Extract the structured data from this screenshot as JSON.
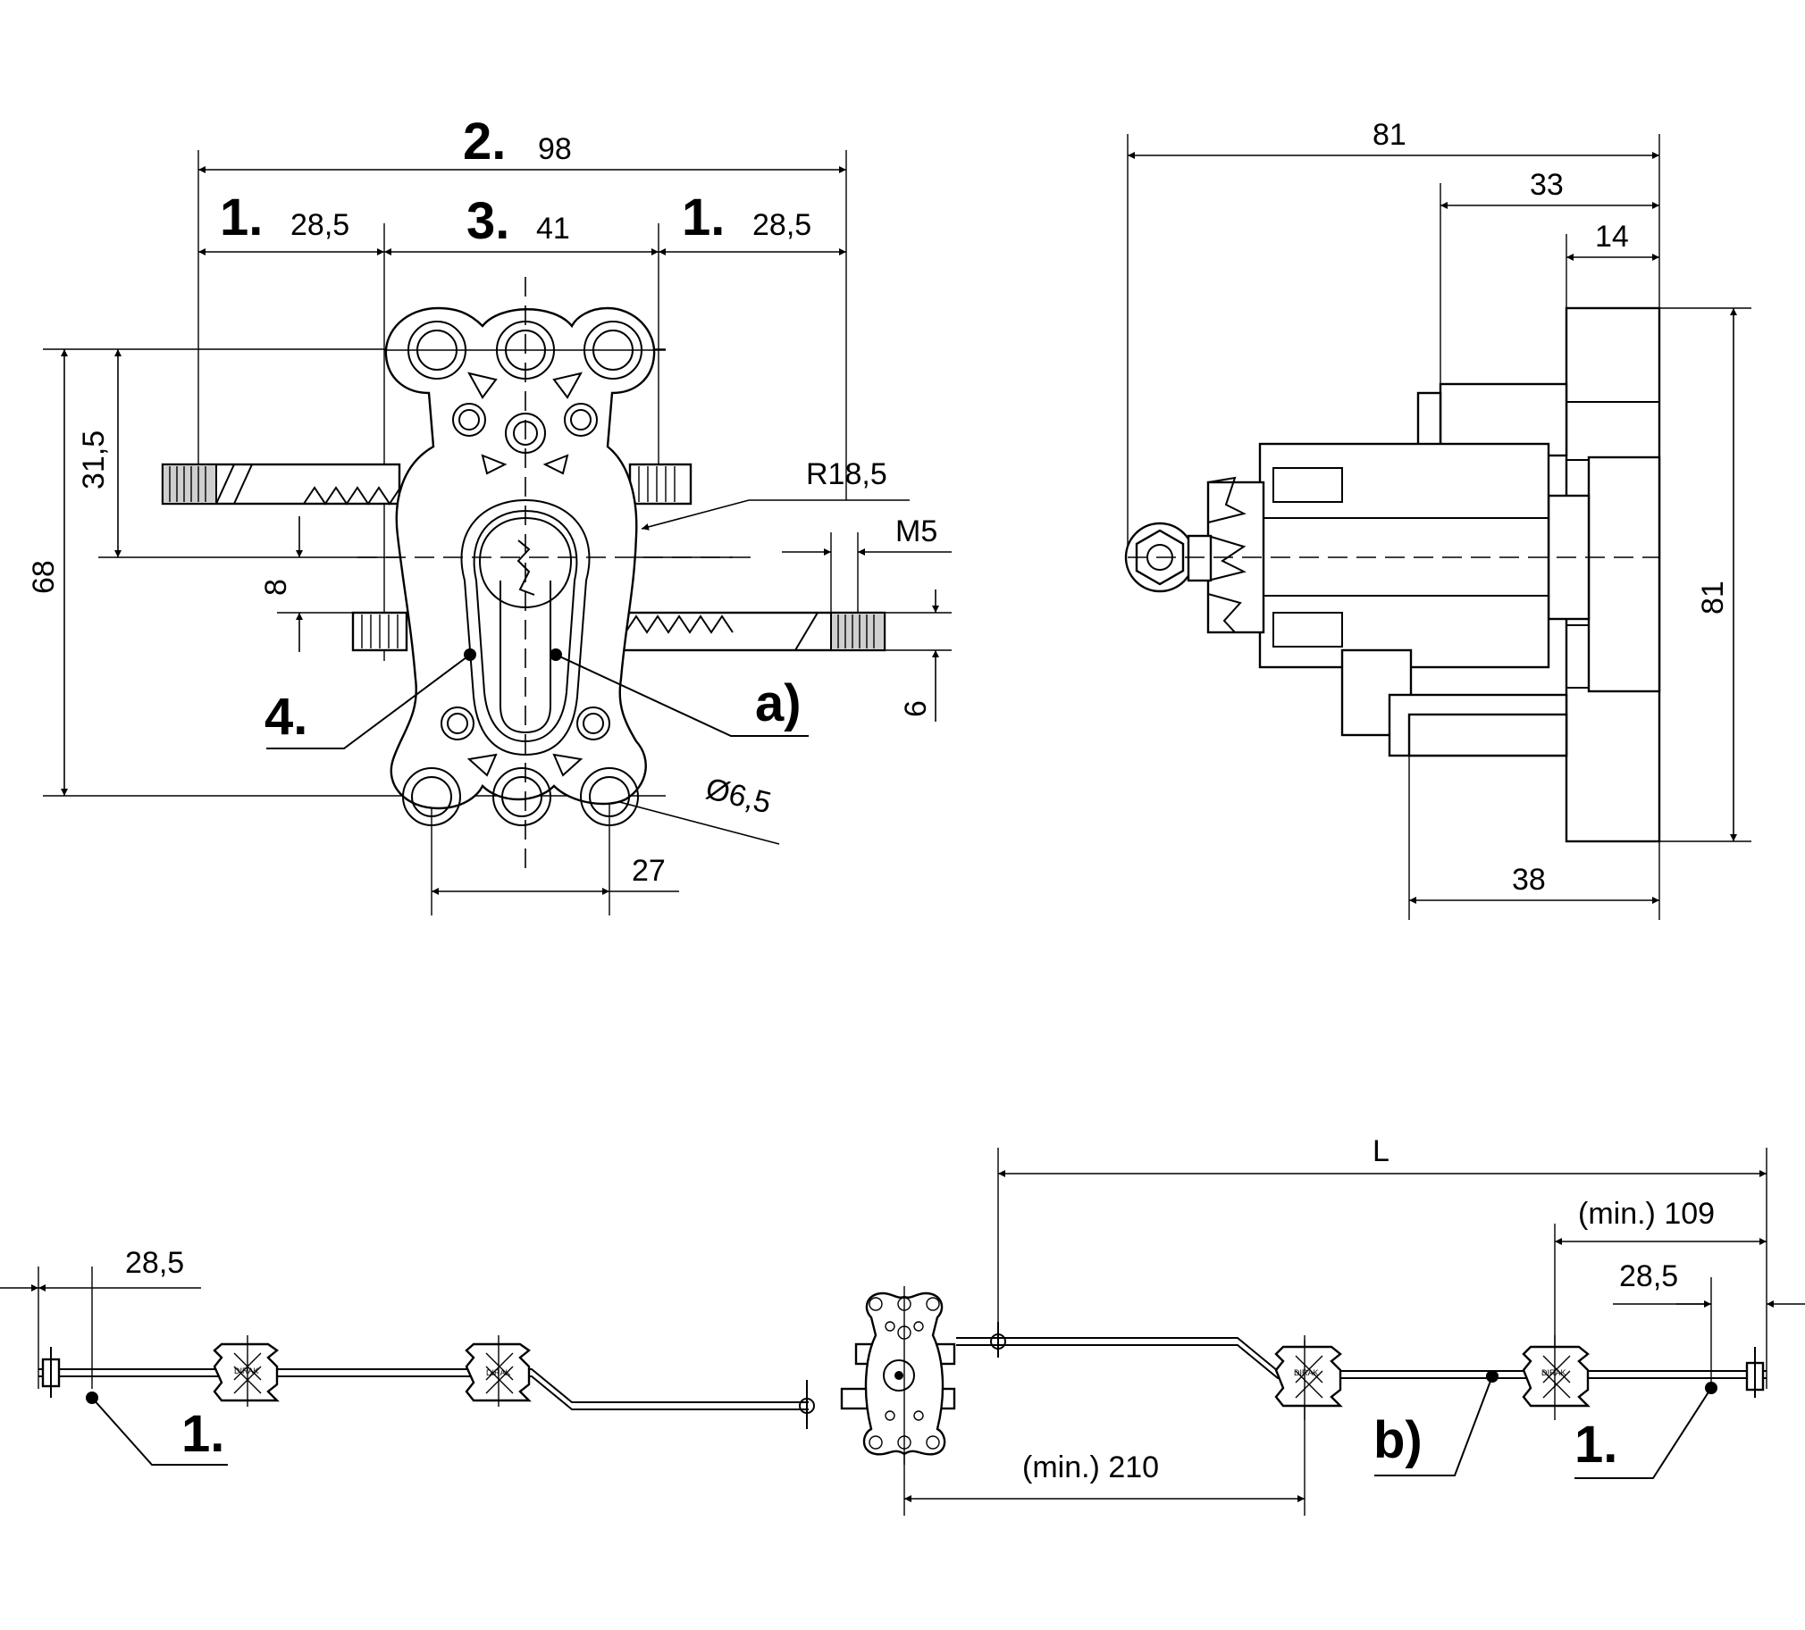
{
  "views": {
    "front": {
      "dims": {
        "overall": "98",
        "overall_marker": "2.",
        "left": "28,5",
        "left_marker": "1.",
        "center": "41",
        "center_marker": "3.",
        "right": "28,5",
        "right_marker": "1.",
        "height_total": "68",
        "height_upper": "31,5",
        "offset": "8",
        "radius": "R18,5",
        "thread": "M5",
        "bar": "6",
        "hole": "Ø6,5",
        "hole_spacing": "27"
      },
      "callouts": {
        "four": "4.",
        "a": "a)"
      }
    },
    "side": {
      "dims": {
        "depth": "81",
        "d33": "33",
        "d14": "14",
        "height": "81",
        "d38": "38"
      }
    },
    "assembly": {
      "dims": {
        "L": "L",
        "min_right": "(min.) 109",
        "end_left": "28,5",
        "end_right": "28,5",
        "min_center": "(min.) 210"
      },
      "callouts": {
        "one_left": "1.",
        "b": "b)",
        "one_right": "1."
      },
      "guide_label": "DIRAK"
    }
  }
}
